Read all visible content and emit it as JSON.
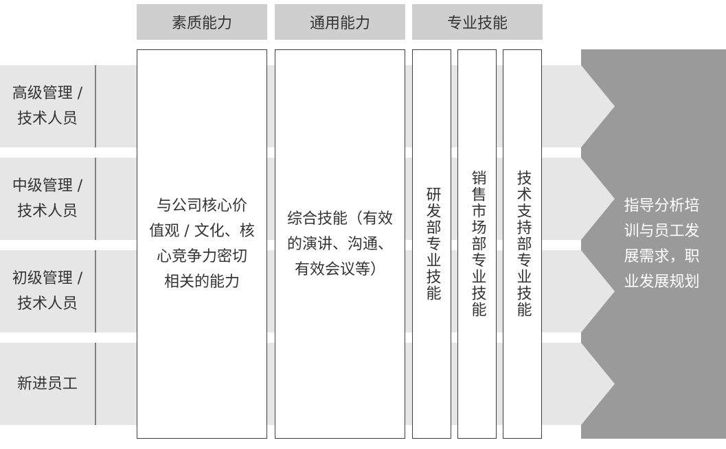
{
  "headers": {
    "quality": "素质能力",
    "general": "通用能力",
    "professional": "专业技能"
  },
  "rows": [
    {
      "line1": "高级管理 /",
      "line2": "技术人员"
    },
    {
      "line1": "中级管理 /",
      "line2": "技术人员"
    },
    {
      "line1": "初级管理 /",
      "line2": "技术人员"
    },
    {
      "line1": "新进员工",
      "line2": ""
    }
  ],
  "boxes": {
    "quality": {
      "lines": [
        "与公司核心价",
        "值观 / 文化、核",
        "心竞争力密切",
        "相关的能力"
      ]
    },
    "general": {
      "lines": [
        "综合技能（有效",
        "的演讲、沟通、",
        "有效会议等）"
      ]
    },
    "rd": "研发部专业技能",
    "sales": "销售市场部专业技能",
    "support": "技术支持部专业技能"
  },
  "result": {
    "lines": [
      "指导分析培",
      "训与员工发",
      "展需求，职",
      "业发展规划"
    ]
  },
  "colors": {
    "header": "#cfcfcf",
    "band": "#e6e6e6",
    "result": "#9a9a9a"
  }
}
